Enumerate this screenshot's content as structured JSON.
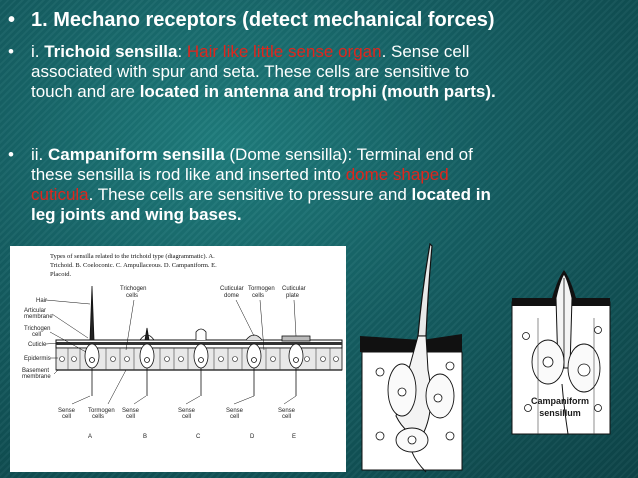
{
  "slide": {
    "title": {
      "bullet": "•",
      "text": "1. Mechano receptors (detect mechanical forces)"
    },
    "bullet1": {
      "bullet": "•",
      "prefix": "i. ",
      "bold_term": "Trichoid sensilla",
      "colon": ": ",
      "highlight": "Hair like little sense organ",
      "after_highlight": ". Sense cell",
      "line2": "associated  with spur and seta. These cells are sensitive to",
      "line3_plain": "touch and are ",
      "line3_bold": "located  in antenna and trophi (mouth parts)."
    },
    "bullet2": {
      "bullet": "•",
      "prefix": "ii. ",
      "bold_term": "Campaniform sensilla",
      "after_term": " (Dome sensilla): Terminal end of",
      "line2_plain": "these  sensilla is rod like and inserted into ",
      "line2_highlight": "dome shaped",
      "line3_highlight": "cuticula",
      "line3_plain": ". These cells  are sensitive to pressure and ",
      "line3_bold": "located in",
      "line4_bold": "leg joints and wing bases."
    }
  },
  "figure_left": {
    "caption_line1": "Types of sensilla related to the trichoid type (diagrammatic). A.",
    "caption_line2": "Trichoid. B. Coeloconic. C. Ampullaceous. D. Campaniform. E.",
    "caption_line3": "Placoid.",
    "labels_left": [
      "Hair",
      "Articular",
      "membrane",
      "Trichogen",
      "cell",
      "Cuticle",
      "Epidermis",
      "Basement",
      "membrane"
    ],
    "labels_top": [
      "Trichogen",
      "cells",
      "Cuticular",
      "dome",
      "Tormogen",
      "cells",
      "Cuticular",
      "plate"
    ],
    "labels_bottom": [
      "Sense",
      "cell",
      "Tormogen",
      "cells",
      "Sense",
      "cell",
      "Sense",
      "cell",
      "Sense",
      "cell",
      "Sense",
      "cell"
    ],
    "panel_letters": [
      "A",
      "B",
      "C",
      "D",
      "E"
    ]
  },
  "figure_right": {
    "label_line1": "Campaniform",
    "label_line2": "sensillum"
  },
  "colors": {
    "background": "#155e62",
    "text": "#ffffff",
    "highlight": "#e0251c"
  }
}
